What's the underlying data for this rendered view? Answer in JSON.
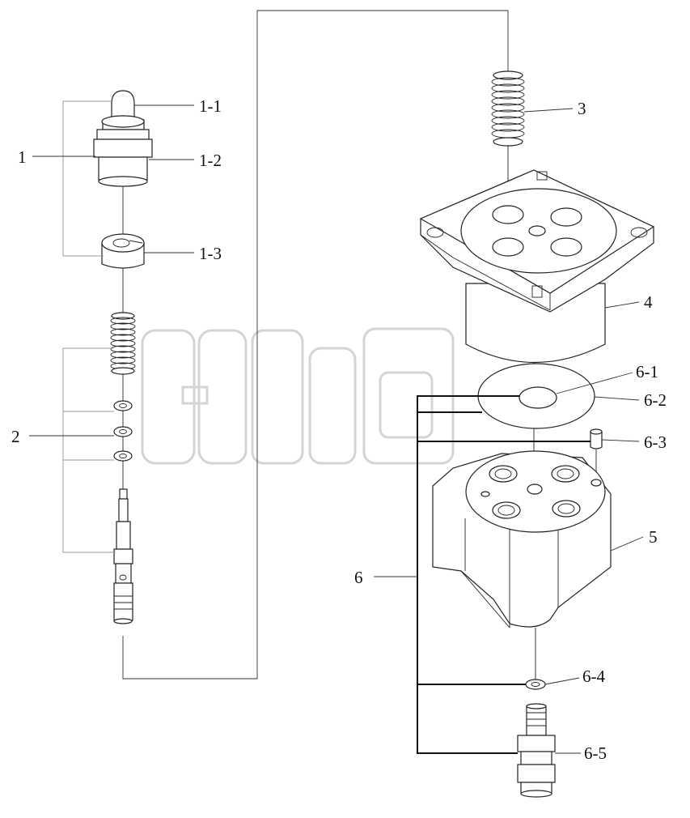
{
  "labels": {
    "p1": "1",
    "p1_1": "1-1",
    "p1_2": "1-2",
    "p1_3": "1-3",
    "p2": "2",
    "p3": "3",
    "p4": "4",
    "p5": "5",
    "p6": "6",
    "p6_1": "6-1",
    "p6_2": "6-2",
    "p6_3": "6-3",
    "p6_4": "6-4",
    "p6_5": "6-5"
  },
  "watermark": {
    "mark": "TM"
  }
}
